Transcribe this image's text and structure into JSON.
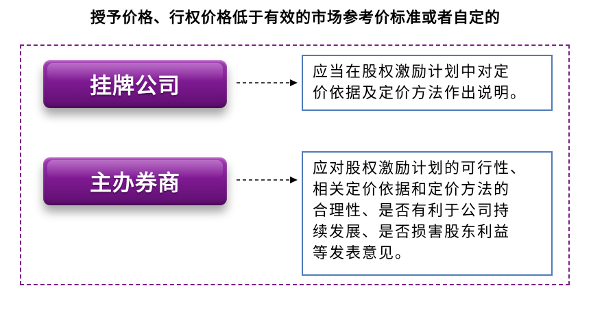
{
  "title": "授予价格、行权价格低于有效的市场参考价标准或者自定的",
  "rows": [
    {
      "entity": "挂牌公司",
      "note_lines": [
        "应当在股权激励计划中对定",
        "价依据及定价方法作出说明。"
      ]
    },
    {
      "entity": "主办券商",
      "note_lines": [
        "应对股权激励计划的可行性、",
        "相关定价依据和定价方法的",
        "合理性、是否有利于公司持",
        "续发展、是否损害股东利益",
        "等发表意见。"
      ]
    }
  ],
  "colors": {
    "frame_border": "#7B1F86",
    "entity_fill": "#7E1A92",
    "note_border": "#4F7BB8",
    "arrow": "#000000"
  }
}
